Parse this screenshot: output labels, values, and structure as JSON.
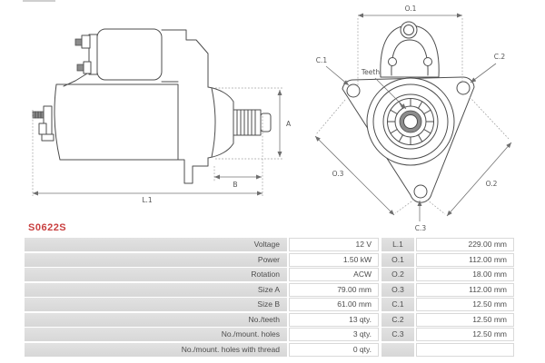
{
  "part_code": "S0622S",
  "colors": {
    "accent": "#c94040",
    "drawing_line": "#4d4d4d",
    "dimension_line": "#757575",
    "table_label_bg": "#dcdcdc",
    "table_border": "#d9d9d9",
    "table_text": "#4d4d4d",
    "page_bg": "#ffffff"
  },
  "diagram": {
    "side_view": {
      "labels": {
        "a": "A",
        "b": "B",
        "l1": "L.1"
      }
    },
    "front_view": {
      "labels": {
        "o1": "O.1",
        "o2": "O.2",
        "o3": "O.3",
        "c1": "C.1",
        "c2": "C.2",
        "c3": "C.3",
        "teeth": "Teeth"
      }
    }
  },
  "table": {
    "rows": [
      {
        "label": "Voltage",
        "value": "12 V",
        "dim": "L.1",
        "dim_value": "229.00 mm"
      },
      {
        "label": "Power",
        "value": "1.50 kW",
        "dim": "O.1",
        "dim_value": "112.00 mm"
      },
      {
        "label": "Rotation",
        "value": "ACW",
        "dim": "O.2",
        "dim_value": "18.00 mm"
      },
      {
        "label": "Size A",
        "value": "79.00 mm",
        "dim": "O.3",
        "dim_value": "112.00 mm"
      },
      {
        "label": "Size B",
        "value": "61.00 mm",
        "dim": "C.1",
        "dim_value": "12.50 mm"
      },
      {
        "label": "No./teeth",
        "value": "13 qty.",
        "dim": "C.2",
        "dim_value": "12.50 mm"
      },
      {
        "label": "No./mount. holes",
        "value": "3 qty.",
        "dim": "C.3",
        "dim_value": "12.50 mm"
      },
      {
        "label": "No./mount. holes with thread",
        "value": "0 qty.",
        "dim": "",
        "dim_value": ""
      }
    ]
  }
}
